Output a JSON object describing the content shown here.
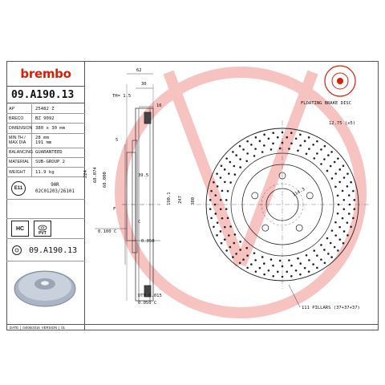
{
  "brand": {
    "logo_text": "brembo",
    "brand_color": "#d81e05"
  },
  "part_number": "09.A190.13",
  "specs": [
    {
      "key": "AP",
      "value": "25482 Z"
    },
    {
      "key": "BRECO",
      "value": "BZ 9092"
    },
    {
      "key": "DIMENSION",
      "value": "380 x 30 mm"
    },
    {
      "key": "MIN TH / MAX DIA",
      "value": "28 mm",
      "value2": "191 mm"
    },
    {
      "key": "BALANCING",
      "value": "GUARANTEED"
    },
    {
      "key": "MATERIAL",
      "value": "SUB-GROUP 2"
    },
    {
      "key": "WEIGHT",
      "value": "11.9 kg"
    }
  ],
  "homologation": {
    "mark": "E11",
    "code1": "90R",
    "code2": "02C01203/26101"
  },
  "badges": {
    "hc": "HC",
    "pvt": "PVT"
  },
  "footer": {
    "date_label": "DATE",
    "date": "04/06/2016",
    "version_label": "VERSION",
    "version": "01"
  },
  "floating_label": "FLOATING BRAKE DISC",
  "drawing": {
    "dims": {
      "d62": "62",
      "d30": "30",
      "d16": "16",
      "d5": "5",
      "th": "TH= 1.5",
      "d395": "39.5",
      "d224": "224",
      "d68074": "68.074",
      "d68000": "68.000",
      "d1901": "190.1",
      "d247": "247",
      "d380": "380",
      "d114": "114.3",
      "d1275": "12.75 (x5)",
      "pillars": "111 PILLARS (37+37+37)",
      "tol_c": "0.100 C",
      "tol_phi": "0.050",
      "dtv": "DTV 0.015",
      "dtv2": "0.050 C",
      "f": "F",
      "c": "C"
    }
  }
}
